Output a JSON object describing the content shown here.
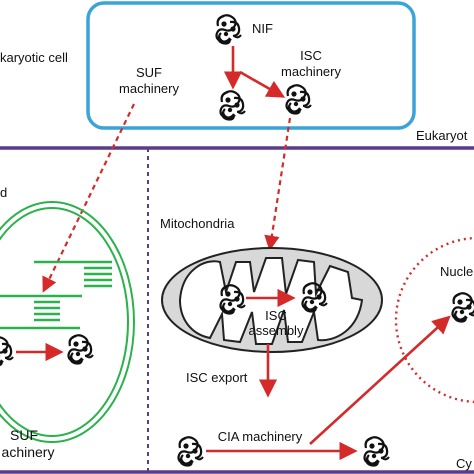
{
  "labels": {
    "prokaryotic_cell": "karyotic cell",
    "nif": "NIF",
    "suf_machinery_top_line1": "SUF",
    "suf_machinery_top_line2": "machinery",
    "isc_machinery_line1": "ISC",
    "isc_machinery_line2": "machinery",
    "eukaryotic_cell": "Eukaryot",
    "plastid": "d",
    "mitochondria": "Mitochondria",
    "isc_assembly_line1": "ISC",
    "isc_assembly_line2": "assembly",
    "isc_export": "ISC export",
    "cia_machinery": "CIA machinery",
    "nucleus": "Nucle",
    "suf_machinery_bottom_line1": "SUF",
    "suf_machinery_bottom_line2": "achinery",
    "cytosol": "Cy"
  },
  "colors": {
    "prokaryote_frame": "#3aa3d8",
    "eukaryote_frame": "#5a3d8a",
    "arrow": "#d42a2a",
    "plastid": "#2bb24c",
    "mito_fill": "#d8d8d8",
    "cluster": "#111111"
  },
  "icons": {
    "fe_s_cluster": "iron-sulfur-cluster-icon"
  }
}
